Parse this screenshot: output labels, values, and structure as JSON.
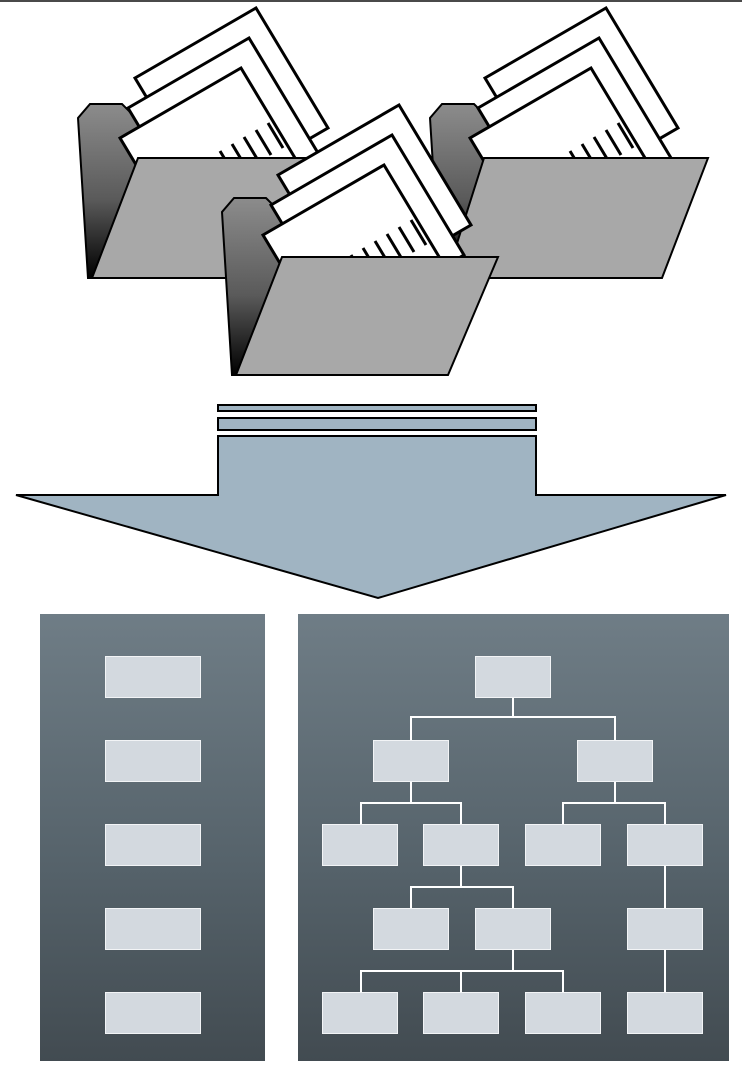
{
  "figure": {
    "icons": [
      "folder-icon",
      "document-icon",
      "down-arrow-icon"
    ],
    "panels": [
      "flat-list-panel",
      "hierarchy-tree-panel"
    ],
    "colors": {
      "panel_top": "#6f7d86",
      "panel_bottom": "#424b51",
      "box_fill": "#d3d9df",
      "arrow_fill": "#a0b4c2",
      "folder_fill": "#a8a8a8",
      "line": "#ffffff"
    },
    "flat_list_count": 5,
    "tree_levels": 5
  }
}
